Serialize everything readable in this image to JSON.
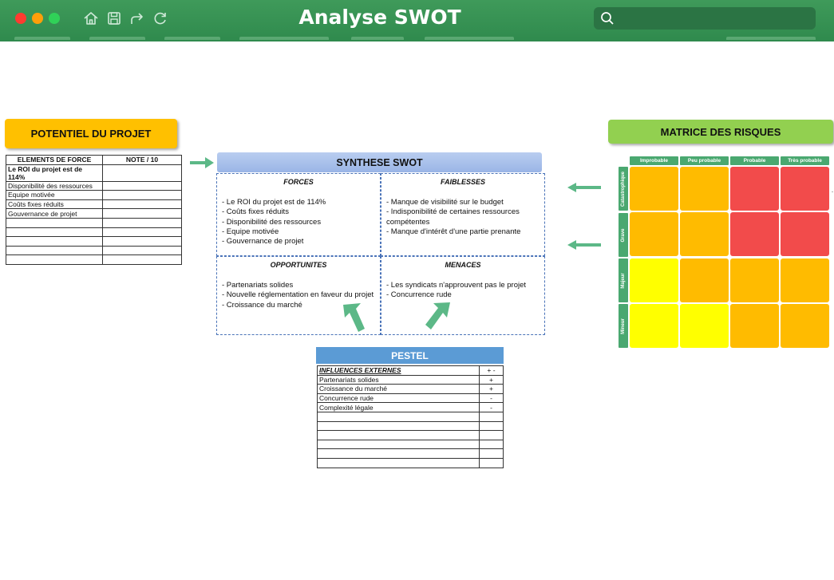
{
  "window": {
    "title": "Analyse SWOT",
    "controls": [
      "close",
      "minimize",
      "maximize"
    ],
    "toolbar_icons": [
      "home-icon",
      "save-icon",
      "share-icon",
      "refresh-icon"
    ],
    "search": {
      "placeholder": ""
    }
  },
  "potentiel": {
    "title": "POTENTIEL DU PROJET",
    "headers": [
      "ELEMENTS DE FORCE",
      "NOTE / 10"
    ],
    "rows": [
      [
        "Le ROI du projet est de  114%",
        ""
      ],
      [
        "Disponibilité des ressources",
        ""
      ],
      [
        "Equipe motivée",
        ""
      ],
      [
        "Coûts fixes réduits",
        ""
      ],
      [
        "Gouvernance de projet",
        ""
      ],
      [
        "",
        ""
      ],
      [
        "",
        ""
      ],
      [
        "",
        ""
      ],
      [
        "",
        ""
      ],
      [
        "",
        ""
      ]
    ]
  },
  "swot": {
    "title": "SYNTHESE SWOT",
    "forces": {
      "title": "FORCES",
      "items": [
        "- Le ROI du projet est de  114%",
        "- Coûts fixes réduits",
        "- Disponibilité des ressources",
        "- Equipe motivée",
        "- Gouvernance de projet"
      ]
    },
    "faiblesses": {
      "title": "FAIBLESSES",
      "items": [
        "- Manque de visibilité sur le budget",
        "- Indisponibilité de certaines ressources compétentes",
        "- Manque d'intérêt d'une partie prenante"
      ]
    },
    "opportunites": {
      "title": "OPPORTUNITES",
      "items": [
        "- Partenariats solides",
        "- Nouvelle réglementation en faveur du projet",
        "- Croissance du marché"
      ]
    },
    "menaces": {
      "title": "MENACES",
      "items": [
        "- Les syndicats n'approuvent pas le projet",
        "- Concurrence rude"
      ]
    }
  },
  "pestel": {
    "title": "PESTEL",
    "header": [
      "INFLUENCES EXTERNES",
      "+  -"
    ],
    "rows": [
      [
        "Partenariats solides",
        "+"
      ],
      [
        "Croissance du marché",
        "+"
      ],
      [
        "Concurrence rude",
        "-"
      ],
      [
        "Complexité légale",
        "-"
      ],
      [
        "",
        ""
      ],
      [
        "",
        ""
      ],
      [
        "",
        ""
      ],
      [
        "",
        ""
      ],
      [
        "",
        ""
      ],
      [
        "",
        ""
      ]
    ]
  },
  "matrice": {
    "title": "MATRICE DES RISQUES",
    "columns": [
      "Improbable",
      "Peu probable",
      "Probable",
      "Très probable"
    ],
    "rows": [
      "Catastrophique",
      "Grave",
      "Majeur",
      "Mineur"
    ],
    "cells": [
      [
        "orange",
        "orange",
        "red",
        "red"
      ],
      [
        "orange",
        "orange",
        "red",
        "red"
      ],
      [
        "yellow",
        "orange",
        "orange",
        "orange"
      ],
      [
        "yellow",
        "yellow",
        "orange",
        "orange"
      ]
    ],
    "colors": {
      "red": "#f24b4b",
      "orange": "#ffbb00",
      "yellow": "#ffff00",
      "header": "#4aa870"
    },
    "side_mark": "-"
  },
  "colors": {
    "titlebar": "#2f8a4d",
    "potentiel_pill": "#ffc000",
    "matrice_pill": "#92d050",
    "swot_border": "#4a73b8",
    "pestel_header": "#5b9bd5",
    "arrow": "#5cb887"
  }
}
